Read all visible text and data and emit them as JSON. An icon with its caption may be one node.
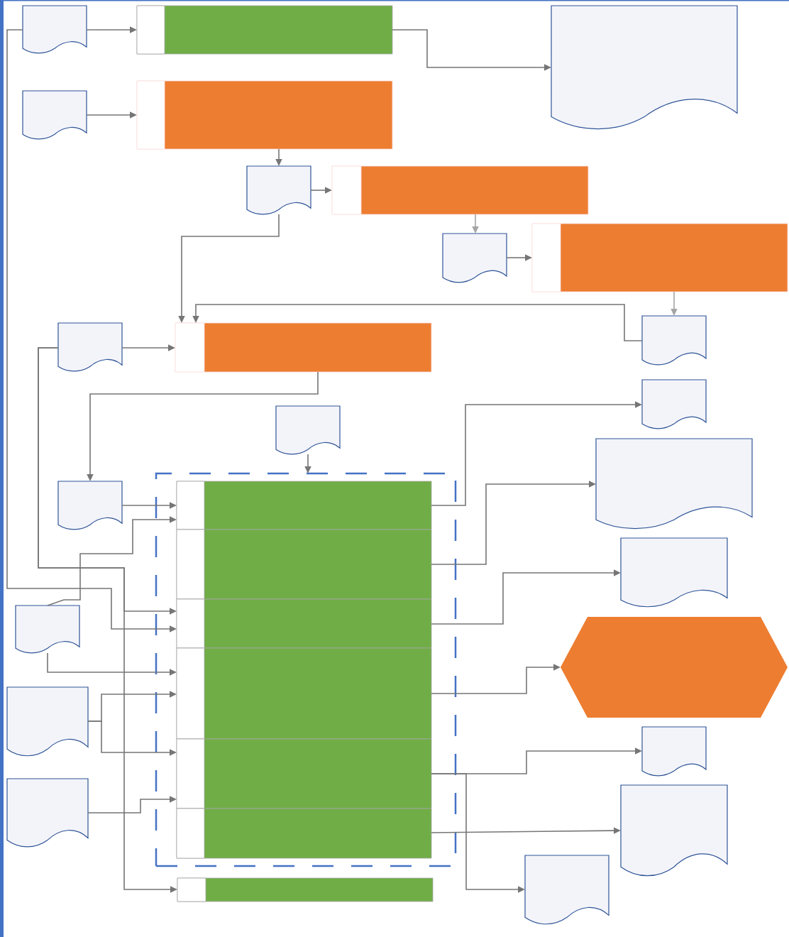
{
  "diagram": {
    "nodes": [
      {
        "text": [],
        "shape": "document"
      },
      {
        "text": [],
        "shape": "box"
      },
      {
        "text": [],
        "shape": "document"
      },
      {
        "text": [],
        "shape": "document"
      },
      {
        "text": [],
        "shape": "box"
      },
      {
        "text": [],
        "shape": "document"
      },
      {
        "text": [],
        "shape": "box"
      },
      {
        "text": [],
        "shape": "document"
      },
      {
        "text": [],
        "shape": "box"
      },
      {
        "text": [],
        "shape": "document"
      },
      {
        "text": [],
        "shape": "document"
      },
      {
        "text": [],
        "shape": "box"
      },
      {
        "text": [],
        "shape": "document"
      },
      {
        "text": [],
        "shape": "document"
      },
      {
        "text": [],
        "shape": "box"
      },
      {
        "text": [],
        "shape": "document"
      },
      {
        "text": [],
        "shape": "box",
        "in": 14
      },
      {
        "text": [],
        "shape": "box",
        "in": 14
      },
      {
        "text": [],
        "shape": "box",
        "in": 14
      },
      {
        "text": [],
        "shape": "box",
        "in": 14
      },
      {
        "text": [],
        "shape": "box",
        "in": 14
      },
      {
        "text": [],
        "shape": "box",
        "in": 14
      },
      {
        "text": [],
        "shape": "document"
      },
      {
        "text": [],
        "shape": "document"
      },
      {
        "text": [],
        "shape": "document"
      },
      {
        "text": [],
        "shape": "hexagon"
      },
      {
        "text": [],
        "shape": "document"
      },
      {
        "text": [],
        "shape": "document"
      },
      {
        "text": [],
        "shape": "document"
      },
      {
        "text": [],
        "shape": "document"
      },
      {
        "text": [],
        "shape": "document"
      },
      {
        "text": [],
        "shape": "box"
      }
    ],
    "edges": [
      {
        "from": 0,
        "to": 1,
        "arrow": "to"
      },
      {
        "from": 1,
        "to": 2,
        "arrow": "to"
      },
      {
        "from": 3,
        "to": 4,
        "arrow": "to"
      },
      {
        "from": 4,
        "to": 5,
        "arrow": "to"
      },
      {
        "from": 5,
        "to": 6,
        "arrow": "to"
      },
      {
        "from": 6,
        "to": 7,
        "arrow": "to",
        "color": "#a5a5a5"
      },
      {
        "from": 7,
        "to": 8,
        "arrow": "to"
      },
      {
        "from": 8,
        "to": 9,
        "arrow": "to",
        "color": "#a5a5a5"
      },
      {
        "from": 5,
        "to": 11,
        "arrow": "to"
      },
      {
        "from": 9,
        "to": 11,
        "arrow": "to"
      },
      {
        "from": 10,
        "to": 11,
        "arrow": "to"
      },
      {
        "from": 11,
        "to": 15,
        "arrow": "to"
      },
      {
        "from": 13,
        "to": 14,
        "arrow": "to"
      },
      {
        "from": 15,
        "to": 16,
        "arrow": "to"
      },
      {
        "from": 0,
        "to": 18,
        "arrow": "to"
      },
      {
        "from": 10,
        "to": 18,
        "arrow": "to"
      },
      {
        "from": 10,
        "to": 31,
        "arrow": "to"
      },
      {
        "from": 24,
        "to": 16,
        "arrow": "to"
      },
      {
        "from": 24,
        "to": 19,
        "arrow": "to"
      },
      {
        "from": 26,
        "to": 19,
        "arrow": "to"
      },
      {
        "from": 26,
        "to": 20,
        "arrow": "to"
      },
      {
        "from": 28,
        "to": 20,
        "arrow": "to"
      },
      {
        "from": 16,
        "to": 12,
        "arrow": "to"
      },
      {
        "from": 17,
        "to": 22,
        "arrow": "to"
      },
      {
        "from": 18,
        "to": 23,
        "arrow": "to"
      },
      {
        "from": 19,
        "to": 25,
        "arrow": "to"
      },
      {
        "from": 20,
        "to": 27,
        "arrow": "to"
      },
      {
        "from": 20,
        "to": 30,
        "arrow": "to"
      },
      {
        "from": 21,
        "to": 29,
        "arrow": "to"
      }
    ]
  }
}
